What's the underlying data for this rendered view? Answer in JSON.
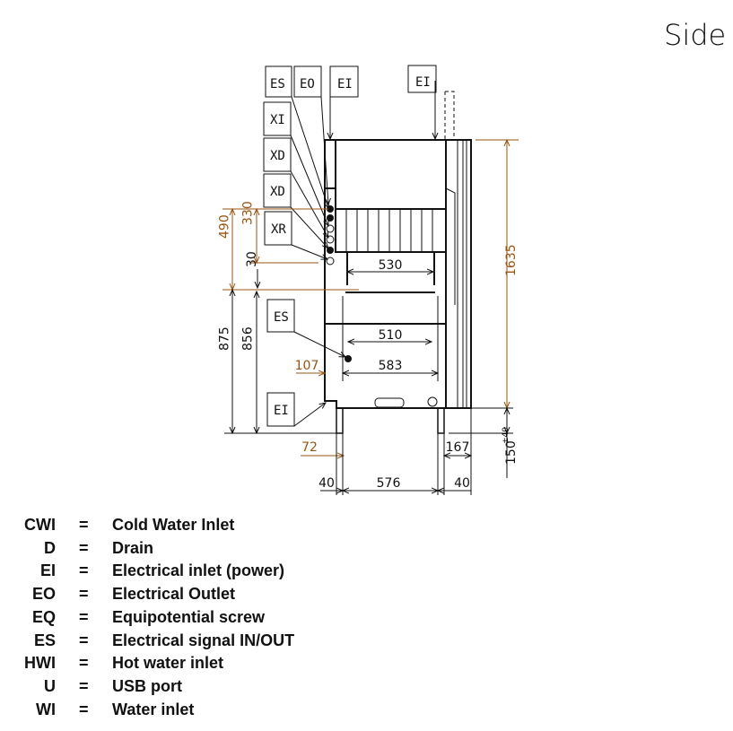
{
  "title": "Side",
  "labels": {
    "es_top": "ES",
    "eo_top": "EO",
    "ei_top1": "EI",
    "ei_top2": "EI",
    "xi": "XI",
    "xd1": "XD",
    "xd2": "XD",
    "xr": "XR",
    "es_mid": "ES",
    "ei_bottom": "EI"
  },
  "dimensions": {
    "d1635": "1635",
    "d150": "150",
    "d150_tol": "±40",
    "d490": "490",
    "d330": "330",
    "d30": "30",
    "d875": "875",
    "d856": "856",
    "d530": "530",
    "d510": "510",
    "d583": "583",
    "d107": "107",
    "d72": "72",
    "d167": "167",
    "d40_left": "40",
    "d576": "576",
    "d40_right": "40"
  },
  "colors": {
    "highlight_dimension": "#9a5412",
    "line": "#111111"
  },
  "legend": [
    {
      "abbr": "CWI",
      "eq": "=",
      "desc": "Cold Water Inlet"
    },
    {
      "abbr": "D",
      "eq": "=",
      "desc": "Drain"
    },
    {
      "abbr": "EI",
      "eq": "=",
      "desc": "Electrical inlet (power)"
    },
    {
      "abbr": "EO",
      "eq": "=",
      "desc": "Electrical Outlet"
    },
    {
      "abbr": "EQ",
      "eq": "=",
      "desc": "Equipotential screw"
    },
    {
      "abbr": "ES",
      "eq": "=",
      "desc": "Electrical signal IN/OUT"
    },
    {
      "abbr": "HWI",
      "eq": "=",
      "desc": "Hot water inlet"
    },
    {
      "abbr": "U",
      "eq": "=",
      "desc": "USB port"
    },
    {
      "abbr": "WI",
      "eq": "=",
      "desc": "Water inlet"
    }
  ]
}
